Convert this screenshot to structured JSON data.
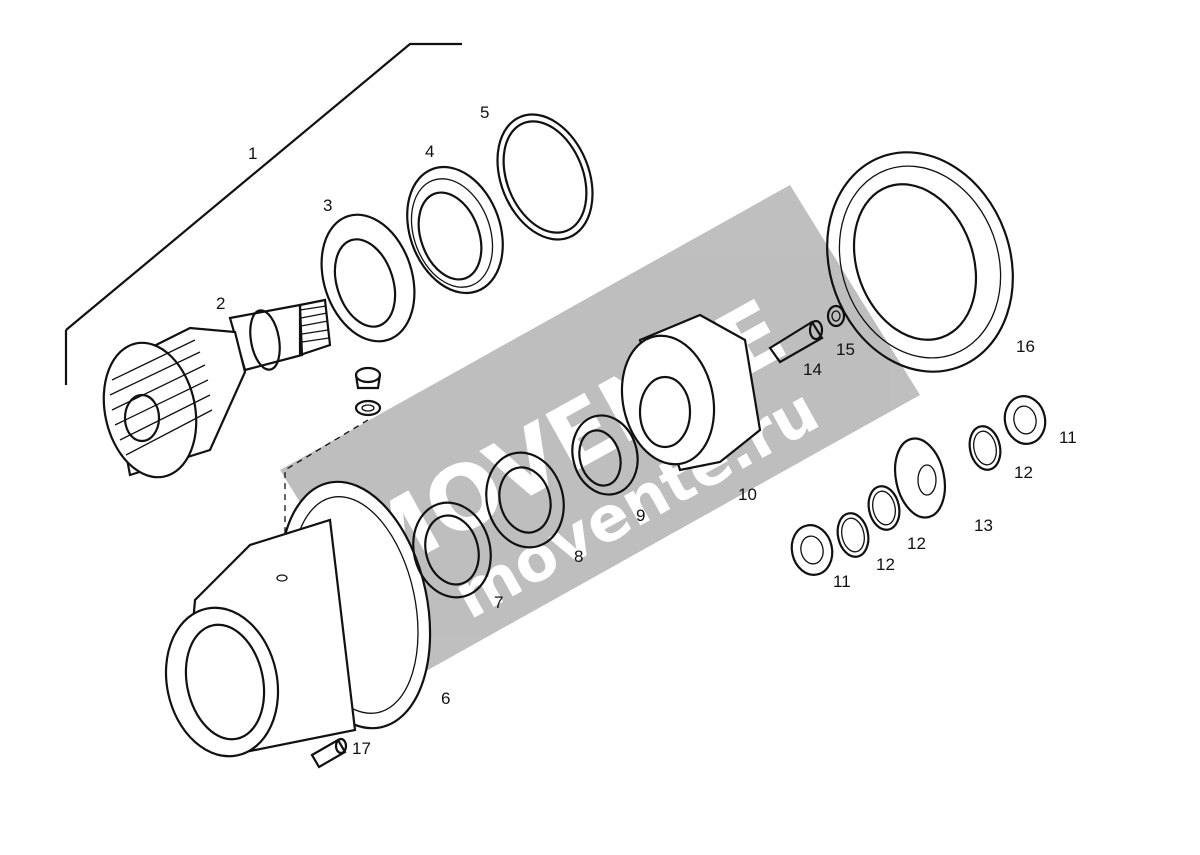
{
  "watermark": {
    "brand": "MOVENTE",
    "site": "movente.ru",
    "band_color": "#8a8a8a",
    "text_color": "#ffffff"
  },
  "callouts": {
    "c1": "1",
    "c2": "2",
    "c3": "3",
    "c4": "4",
    "c5": "5",
    "c6": "6",
    "c7": "7",
    "c8": "8",
    "c9": "9",
    "c10": "10",
    "c11a": "11",
    "c11b": "11",
    "c12a": "12",
    "c12b": "12",
    "c12c": "12",
    "c13": "13",
    "c14": "14",
    "c15": "15",
    "c16": "16",
    "c17": "17"
  }
}
